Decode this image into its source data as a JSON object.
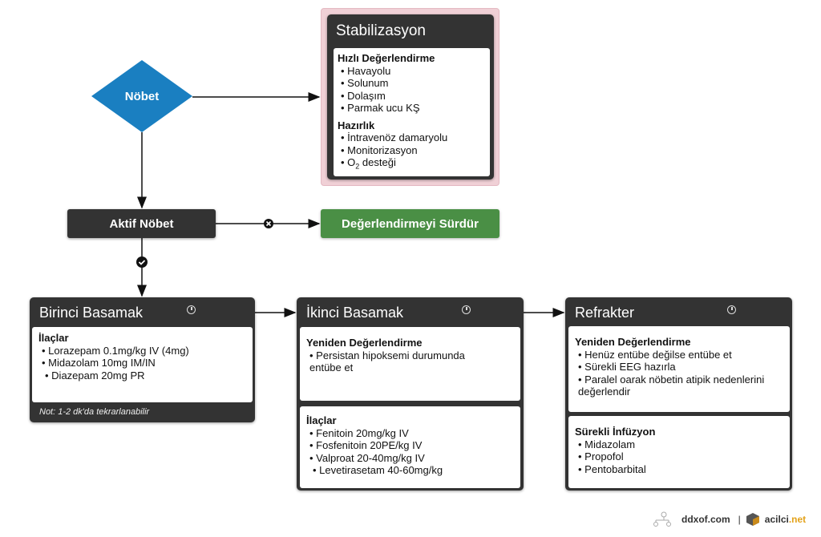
{
  "start": {
    "label": "Nöbet"
  },
  "stabilization": {
    "title": "Stabilizasyon",
    "sections": [
      {
        "heading": "Hızlı Değerlendirme",
        "items": [
          "Havayolu",
          "Solunum",
          "Dolaşım",
          "Parmak ucu KŞ"
        ]
      },
      {
        "heading": "Hazırlık",
        "items": [
          "İntravenöz damaryolu",
          "Monitorizasyon"
        ]
      }
    ],
    "o2_item": {
      "prefix": "O",
      "sub": "2",
      "suffix": " desteği"
    }
  },
  "active": {
    "label": "Aktif Nöbet"
  },
  "continue": {
    "label": "Değerlendirmeyi Sürdür"
  },
  "first": {
    "title": "Birinci Basamak",
    "heading": "İlaçlar",
    "items": [
      "Lorazepam 0.1mg/kg IV (4mg)",
      "Midazolam 10mg IM/IN",
      "Diazepam 20mg PR"
    ],
    "note": "Not: 1-2 dk'da tekrarlanabilir"
  },
  "second": {
    "title": "İkinci Basamak",
    "s1": {
      "heading": "Yeniden Değerlendirme",
      "items": [
        "Persistan hipoksemi durumunda entübe et"
      ]
    },
    "s2": {
      "heading": "İlaçlar",
      "items": [
        "Fenitoin 20mg/kg IV",
        "Fosfenitoin 20PE/kg IV",
        "Valproat 20-40mg/kg IV",
        "Levetirasetam 40-60mg/kg"
      ]
    }
  },
  "refractory": {
    "title": "Refrakter",
    "s1": {
      "heading": "Yeniden Değerlendirme",
      "items": [
        "Henüz entübe değilse entübe et",
        "Sürekli EEG hazırla",
        "Paralel oarak nöbetin atipik nedenlerini değerlendir"
      ]
    },
    "s2": {
      "heading": "Sürekli İnfüzyon",
      "items": [
        "Midazolam",
        "Propofol",
        "Pentobarbital"
      ]
    }
  },
  "footer": {
    "site1": "ddxof.com",
    "sep": "|",
    "site2a": "acilci",
    "site2b": ".net"
  },
  "colors": {
    "diamond": "#1a7fc1",
    "dark": "#333333",
    "green": "#4a8f45",
    "pink": "#f0d0d6"
  }
}
